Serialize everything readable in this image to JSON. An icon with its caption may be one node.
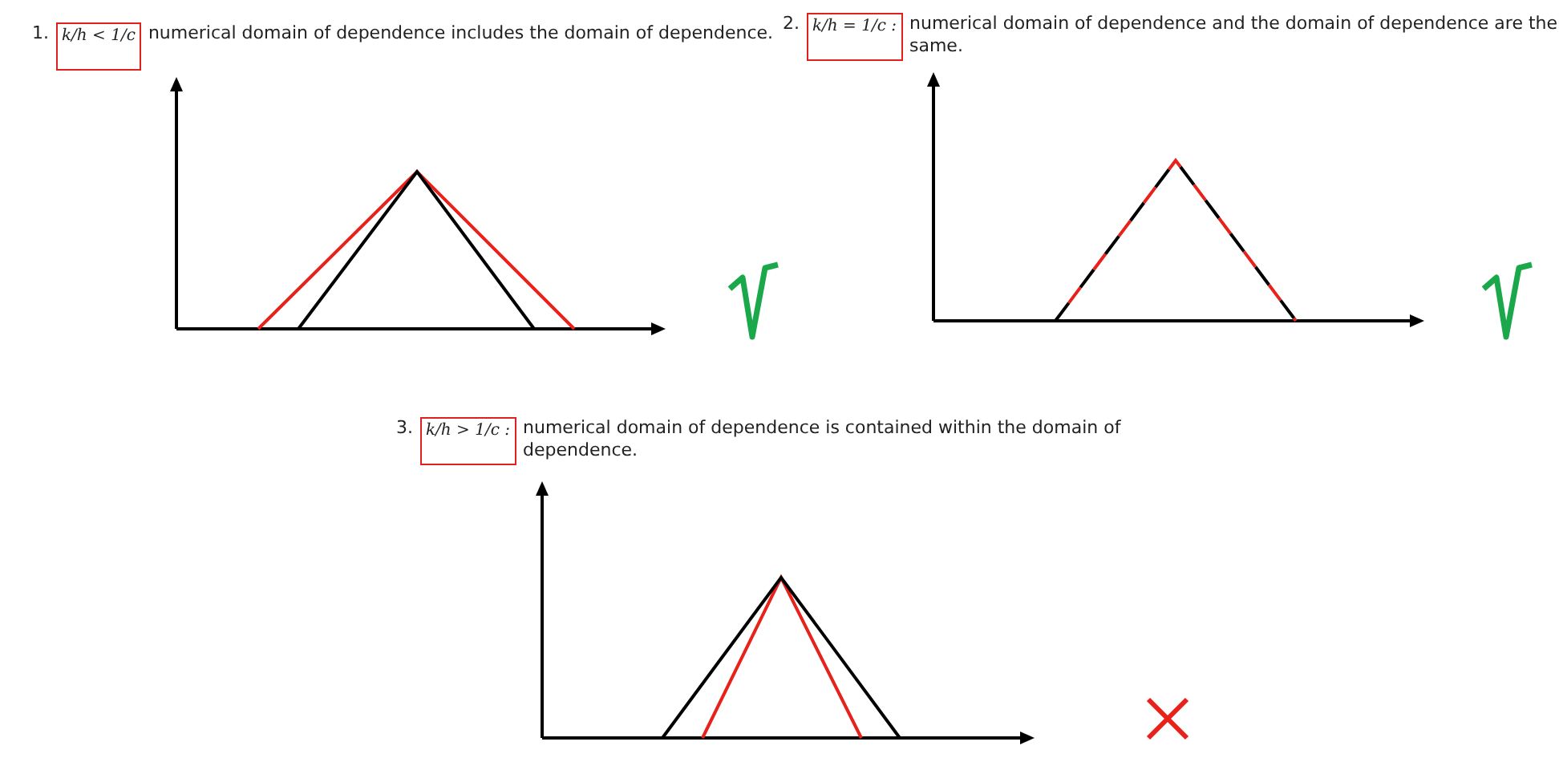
{
  "diagram": {
    "labels": [
      "1.",
      "k/h < 1/c",
      "numerical domain of dependence includes the domain of dependence.",
      "2.",
      "k/h = 1/c :",
      "numerical domain of dependence and the domain of dependence are the same.",
      "3.",
      "k/h > 1/c :",
      "numerical domain of dependence is contained within the domain of dependence."
    ]
  }
}
